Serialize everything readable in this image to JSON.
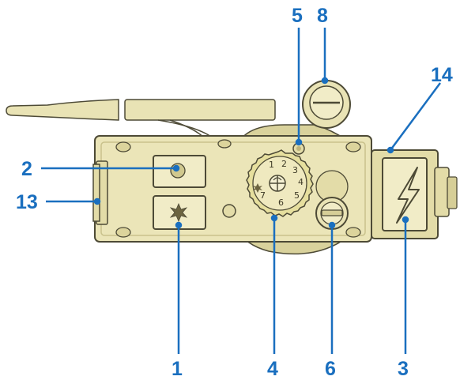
{
  "callouts": [
    {
      "id": "1",
      "label": "1"
    },
    {
      "id": "2",
      "label": "2"
    },
    {
      "id": "3",
      "label": "3"
    },
    {
      "id": "4",
      "label": "4"
    },
    {
      "id": "5",
      "label": "5"
    },
    {
      "id": "6",
      "label": "6"
    },
    {
      "id": "8",
      "label": "8"
    },
    {
      "id": "13",
      "label": "13"
    },
    {
      "id": "14",
      "label": "14"
    }
  ],
  "dial_numbers": [
    "1",
    "2",
    "3",
    "4",
    "5",
    "6",
    "7"
  ],
  "colors": {
    "callout": "#1a6fbf",
    "body": "#e9e3b5",
    "outline": "#4d4a36",
    "shade": "#c9c28c"
  },
  "icons": {
    "spark_button": "spark-star-icon",
    "igniter": "lightning-bolt-icon",
    "pilot_flame_symbol": "flame-dial-icon"
  }
}
